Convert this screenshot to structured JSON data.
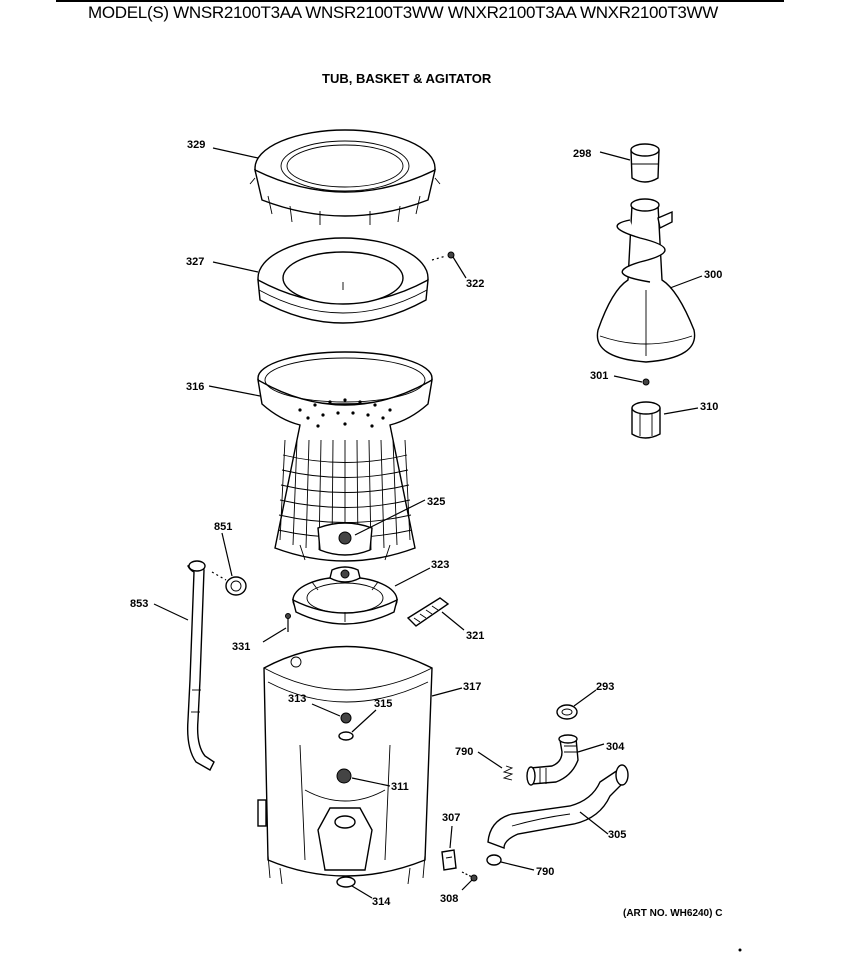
{
  "header": {
    "models": "MODEL(S) WNSR2100T3AA  WNSR2100T3WW  WNXR2100T3AA  WNXR2100T3WW"
  },
  "diagram": {
    "title": "TUB, BASKET & AGITATOR",
    "art_number": "(ART NO. WH6240) C"
  },
  "parts": {
    "p329": "329",
    "p327": "327",
    "p322": "322",
    "p316": "316",
    "p325": "325",
    "p323": "323",
    "p321": "321",
    "p331": "331",
    "p851": "851",
    "p853": "853",
    "p317": "317",
    "p313": "313",
    "p315": "315",
    "p311": "311",
    "p314": "314",
    "p298": "298",
    "p300": "300",
    "p301": "301",
    "p310": "310",
    "p293": "293",
    "p304": "304",
    "p790a": "790",
    "p790b": "790",
    "p305": "305",
    "p307": "307",
    "p308": "308"
  }
}
